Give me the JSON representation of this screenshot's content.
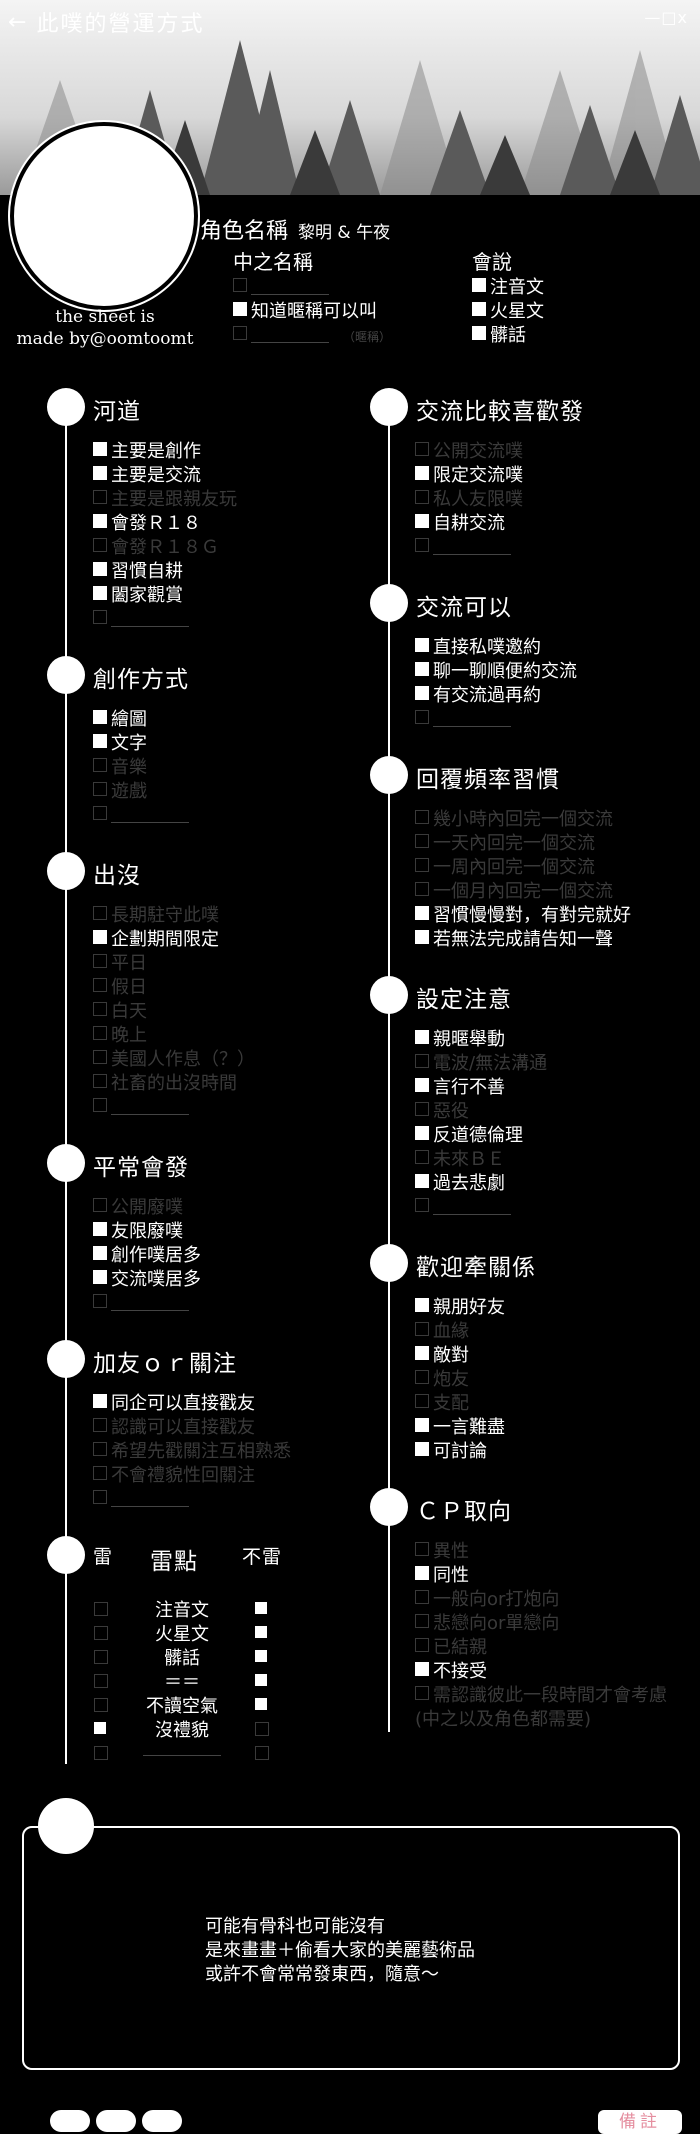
{
  "header": {
    "title": "此噗的營運方式",
    "window_controls": "—□x"
  },
  "profile": {
    "credit_line1": "the sheet is",
    "credit_line2": "made by@oomtoomt",
    "char_label": "角色名稱",
    "char_value": "黎明 & 午夜",
    "middle_name_label": "中之名稱",
    "middle_name_items": [
      {
        "label": "",
        "checked": false,
        "blank": true
      },
      {
        "label": "知道暱稱可以叫",
        "checked": true
      },
      {
        "label": "",
        "checked": false,
        "blank": true,
        "note": "（暱稱）"
      }
    ],
    "speaks_label": "會說",
    "speaks_items": [
      {
        "label": "注音文",
        "checked": true
      },
      {
        "label": "火星文",
        "checked": true
      },
      {
        "label": "髒話",
        "checked": true
      }
    ]
  },
  "left_sections": [
    {
      "title": "河道",
      "items": [
        {
          "label": "主要是創作",
          "checked": true
        },
        {
          "label": "主要是交流",
          "checked": true
        },
        {
          "label": "主要是跟親友玩",
          "checked": false
        },
        {
          "label": "會發Ｒ１８",
          "checked": true
        },
        {
          "label": "會發Ｒ１８Ｇ",
          "checked": false
        },
        {
          "label": "習慣自耕",
          "checked": true
        },
        {
          "label": "闔家觀賞",
          "checked": true
        },
        {
          "label": "",
          "checked": false,
          "blank": true
        }
      ]
    },
    {
      "title": "創作方式",
      "items": [
        {
          "label": "繪圖",
          "checked": true
        },
        {
          "label": "文字",
          "checked": true
        },
        {
          "label": "音樂",
          "checked": false
        },
        {
          "label": "遊戲",
          "checked": false
        },
        {
          "label": "",
          "checked": false,
          "blank": true
        }
      ]
    },
    {
      "title": "出沒",
      "items": [
        {
          "label": "長期駐守此噗",
          "checked": false
        },
        {
          "label": "企劃期間限定",
          "checked": true
        },
        {
          "label": "平日",
          "checked": false
        },
        {
          "label": "假日",
          "checked": false
        },
        {
          "label": "白天",
          "checked": false
        },
        {
          "label": "晚上",
          "checked": false
        },
        {
          "label": "美國人作息（？）",
          "checked": false
        },
        {
          "label": "社畜的出沒時間",
          "checked": false
        },
        {
          "label": "",
          "checked": false,
          "blank": true
        }
      ]
    },
    {
      "title": "平常會發",
      "items": [
        {
          "label": "公開廢噗",
          "checked": false
        },
        {
          "label": "友限廢噗",
          "checked": true
        },
        {
          "label": "創作噗居多",
          "checked": true
        },
        {
          "label": "交流噗居多",
          "checked": true
        },
        {
          "label": "",
          "checked": false,
          "blank": true
        }
      ]
    },
    {
      "title": "加友ｏｒ關注",
      "items": [
        {
          "label": "同企可以直接戳友",
          "checked": true
        },
        {
          "label": "認識可以直接戳友",
          "checked": false
        },
        {
          "label": "希望先戳關注互相熟悉",
          "checked": false
        },
        {
          "label": "不會禮貌性回關注",
          "checked": false
        },
        {
          "label": "",
          "checked": false,
          "blank": true
        }
      ]
    }
  ],
  "thunder": {
    "left_label": "雷",
    "mid_label": "雷點",
    "right_label": "不雷",
    "rows": [
      {
        "label": "注音文",
        "thunder": false,
        "ok": true
      },
      {
        "label": "火星文",
        "thunder": false,
        "ok": true
      },
      {
        "label": "髒話",
        "thunder": false,
        "ok": true
      },
      {
        "label": "＝＝",
        "thunder": false,
        "ok": true
      },
      {
        "label": "不讀空氣",
        "thunder": false,
        "ok": true
      },
      {
        "label": "沒禮貌",
        "thunder": true,
        "ok": false
      },
      {
        "label": "",
        "thunder": false,
        "ok": false,
        "blank": true
      }
    ]
  },
  "right_sections": [
    {
      "title": "交流比較喜歡發",
      "items": [
        {
          "label": "公開交流噗",
          "checked": false
        },
        {
          "label": "限定交流噗",
          "checked": true
        },
        {
          "label": "私人友限噗",
          "checked": false
        },
        {
          "label": "自耕交流",
          "checked": true
        },
        {
          "label": "",
          "checked": false,
          "blank": true
        }
      ]
    },
    {
      "title": "交流可以",
      "items": [
        {
          "label": "直接私噗邀約",
          "checked": true
        },
        {
          "label": "聊一聊順便約交流",
          "checked": true
        },
        {
          "label": "有交流過再約",
          "checked": true
        },
        {
          "label": "",
          "checked": false,
          "blank": true
        }
      ]
    },
    {
      "title": "回覆頻率習慣",
      "items": [
        {
          "label": "幾小時內回完一個交流",
          "checked": false
        },
        {
          "label": "一天內回完一個交流",
          "checked": false
        },
        {
          "label": "一周內回完一個交流",
          "checked": false
        },
        {
          "label": "一個月內回完一個交流",
          "checked": false
        },
        {
          "label": "習慣慢慢對，有對完就好",
          "checked": true
        },
        {
          "label": "若無法完成請告知一聲",
          "checked": true
        }
      ]
    },
    {
      "title": "設定注意",
      "items": [
        {
          "label": "親暱舉動",
          "checked": true
        },
        {
          "label": "電波/無法溝通",
          "checked": false
        },
        {
          "label": "言行不善",
          "checked": true
        },
        {
          "label": "惡役",
          "checked": false
        },
        {
          "label": "反道德倫理",
          "checked": true
        },
        {
          "label": "未來ＢＥ",
          "checked": false
        },
        {
          "label": "過去悲劇",
          "checked": true
        },
        {
          "label": "",
          "checked": false,
          "blank": true
        }
      ]
    },
    {
      "title": "歡迎牽關係",
      "items": [
        {
          "label": "親朋好友",
          "checked": true
        },
        {
          "label": "血緣",
          "checked": false
        },
        {
          "label": "敵對",
          "checked": true
        },
        {
          "label": "炮友",
          "checked": false
        },
        {
          "label": "支配",
          "checked": false
        },
        {
          "label": "一言難盡",
          "checked": true
        },
        {
          "label": "可討論",
          "checked": true
        }
      ]
    },
    {
      "title": "ＣＰ取向",
      "items": [
        {
          "label": "異性",
          "checked": false
        },
        {
          "label": "同性",
          "checked": true
        },
        {
          "label": "一般向or打炮向",
          "checked": false
        },
        {
          "label": "悲戀向or單戀向",
          "checked": false
        },
        {
          "label": "已結親",
          "checked": false
        },
        {
          "label": "不接受",
          "checked": true
        },
        {
          "label": "需認識彼此一段時間才會考慮",
          "checked": false
        },
        {
          "label": "(中之以及角色都需要)",
          "checked": false,
          "nobox": true
        }
      ]
    }
  ],
  "notes": {
    "lines": [
      "可能有骨科也可能沒有",
      "是來畫畫＋偷看大家的美麗藝術品",
      "或許不會常常發東西，隨意～"
    ],
    "remark_button": "備註"
  }
}
